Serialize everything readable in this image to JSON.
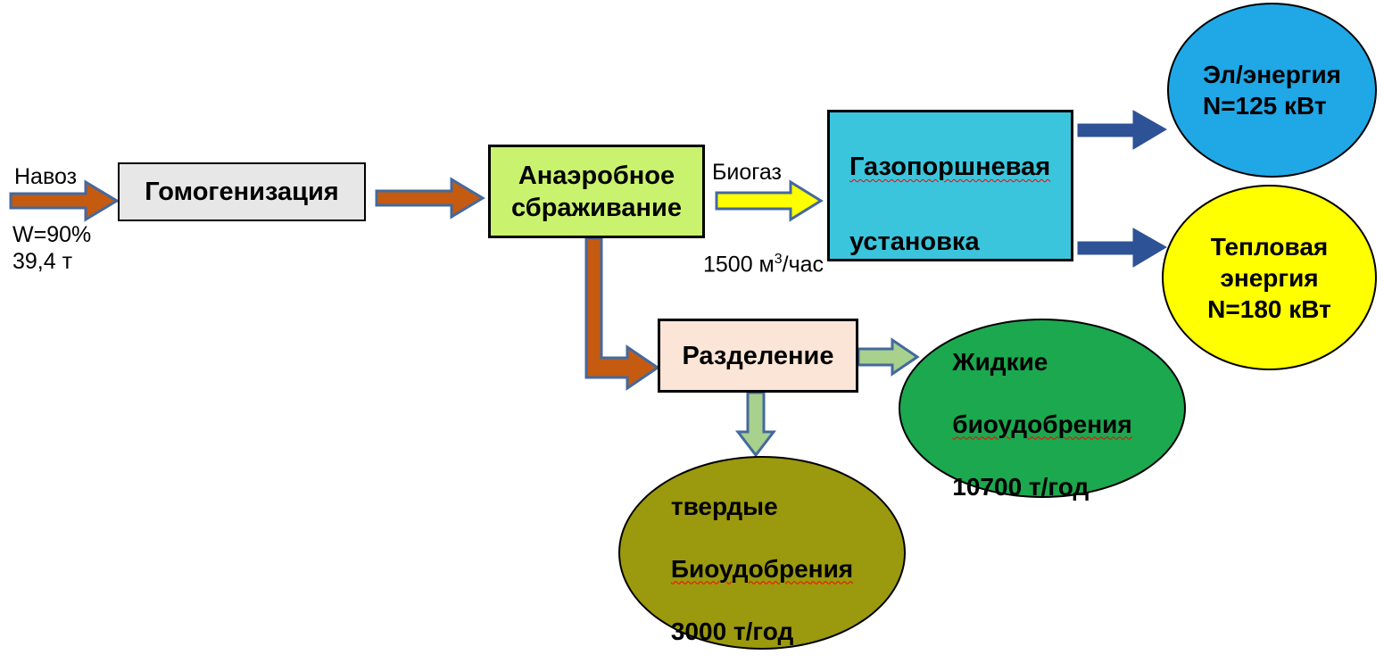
{
  "diagram": {
    "title_hint": "Biogas plant process flow diagram",
    "input": {
      "label": "Навоз",
      "details": "W=90%\n39,4 т"
    },
    "biogas": {
      "label": "Биогаз",
      "rate_prefix": "1500 м",
      "rate_sup": "3",
      "rate_suffix": "/час"
    },
    "nodes": {
      "homogenization": {
        "label": "Гомогенизация"
      },
      "digestion": {
        "label": "Анаэробное\nсбраживание"
      },
      "gas_unit": {
        "line1": "Газопоршневая",
        "line2": "установка"
      },
      "separation": {
        "label": "Разделение"
      },
      "electricity": {
        "label": "Эл/энергия\nN=125 кВт"
      },
      "heat": {
        "label": "Тепловая\nэнергия\nN=180 кВт"
      },
      "liquid_fertilizer": {
        "line1": "Жидкие",
        "line2": "биоудобрения",
        "line3": "10700 т/год"
      },
      "solid_fertilizer": {
        "line1": "твердые",
        "line2": "Биоудобрения",
        "line3": "3000 т/год"
      }
    },
    "colors": {
      "orange_arrow": "#C55A11",
      "arrow_outline": "#44699D",
      "dark_blue_arrow": "#2E5296",
      "yellow_arrow": "#FFFF00",
      "green_arrow": "#A9D18E",
      "box_homogenization": "#E8E7E7",
      "box_digestion": "#C9F26E",
      "box_gas_unit": "#3BC5DC",
      "box_separation": "#FBE5D6",
      "ellipse_electricity": "#20A7E6",
      "ellipse_heat": "#FFFF00",
      "ellipse_liquid": "#1CA84E",
      "ellipse_solid": "#9B990E",
      "border": "#000000",
      "squiggle": "#FF0000",
      "text": "#000000"
    }
  }
}
